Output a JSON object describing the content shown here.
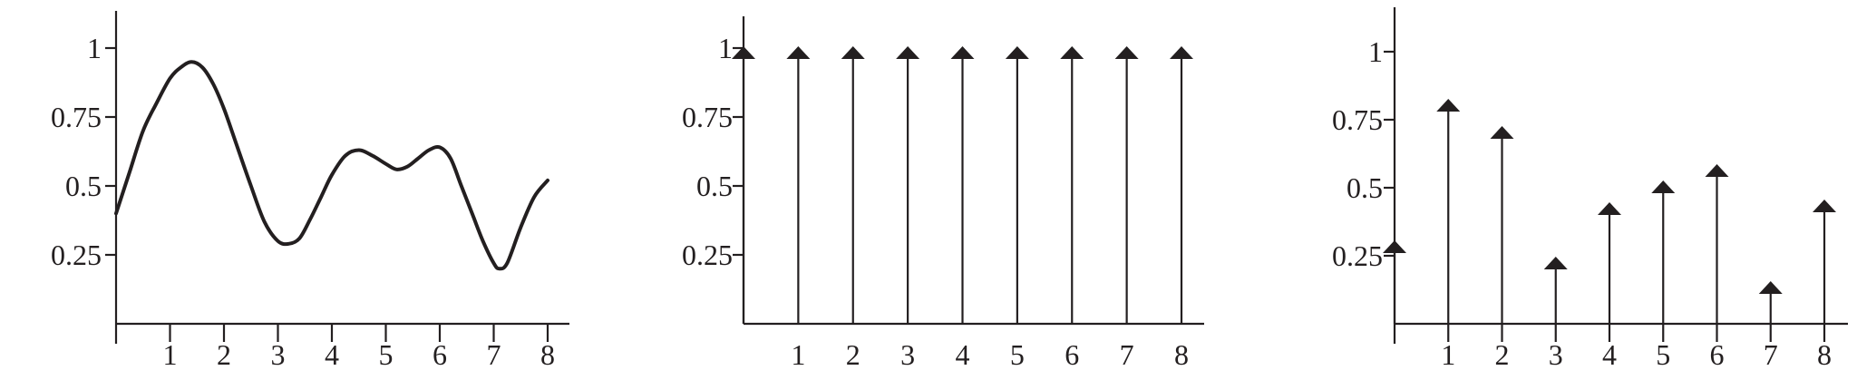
{
  "chart_data": [
    {
      "type": "line",
      "title": "",
      "xlabel": "",
      "ylabel": "",
      "x_ticks": [
        "1",
        "2",
        "3",
        "4",
        "5",
        "6",
        "7",
        "8"
      ],
      "y_ticks": [
        "0.25",
        "0.5",
        "0.75",
        "1"
      ],
      "xlim": [
        0,
        8
      ],
      "ylim": [
        0,
        1.1
      ],
      "grid": false,
      "series": [
        {
          "x": [
            0,
            0.25,
            0.5,
            0.75,
            1.0,
            1.2,
            1.4,
            1.6,
            1.8,
            2.0,
            2.25,
            2.5,
            2.75,
            3.0,
            3.2,
            3.4,
            3.6,
            3.8,
            4.0,
            4.25,
            4.5,
            4.75,
            5.0,
            5.2,
            5.4,
            5.6,
            5.8,
            6.0,
            6.2,
            6.4,
            6.6,
            6.8,
            7.0,
            7.1,
            7.25,
            7.5,
            7.75,
            8.0
          ],
          "y": [
            0.4,
            0.55,
            0.7,
            0.8,
            0.89,
            0.93,
            0.95,
            0.93,
            0.87,
            0.78,
            0.64,
            0.5,
            0.37,
            0.3,
            0.29,
            0.31,
            0.38,
            0.46,
            0.54,
            0.61,
            0.63,
            0.61,
            0.58,
            0.56,
            0.57,
            0.6,
            0.63,
            0.64,
            0.6,
            0.5,
            0.4,
            0.3,
            0.22,
            0.2,
            0.22,
            0.35,
            0.46,
            0.52
          ]
        }
      ]
    },
    {
      "type": "stem",
      "title": "",
      "xlabel": "",
      "ylabel": "",
      "x_ticks": [
        "1",
        "2",
        "3",
        "4",
        "5",
        "6",
        "7",
        "8"
      ],
      "y_ticks": [
        "0.25",
        "0.5",
        "0.75",
        "1"
      ],
      "xlim": [
        0,
        8
      ],
      "ylim": [
        0,
        1.0
      ],
      "grid": false,
      "series": [
        {
          "x": [
            0,
            1,
            2,
            3,
            4,
            5,
            6,
            7,
            8
          ],
          "y": [
            1,
            1,
            1,
            1,
            1,
            1,
            1,
            1,
            1
          ]
        }
      ]
    },
    {
      "type": "stem",
      "title": "",
      "xlabel": "",
      "ylabel": "",
      "x_ticks": [
        "1",
        "2",
        "3",
        "4",
        "5",
        "6",
        "7",
        "8"
      ],
      "y_ticks": [
        "0.25",
        "0.5",
        "0.75",
        "1"
      ],
      "xlim": [
        0,
        8
      ],
      "ylim": [
        0,
        1.1
      ],
      "grid": false,
      "series": [
        {
          "x": [
            0,
            1,
            2,
            3,
            4,
            5,
            6,
            7,
            8
          ],
          "y": [
            0.3,
            0.82,
            0.72,
            0.24,
            0.44,
            0.52,
            0.58,
            0.15,
            0.45
          ]
        }
      ]
    }
  ]
}
